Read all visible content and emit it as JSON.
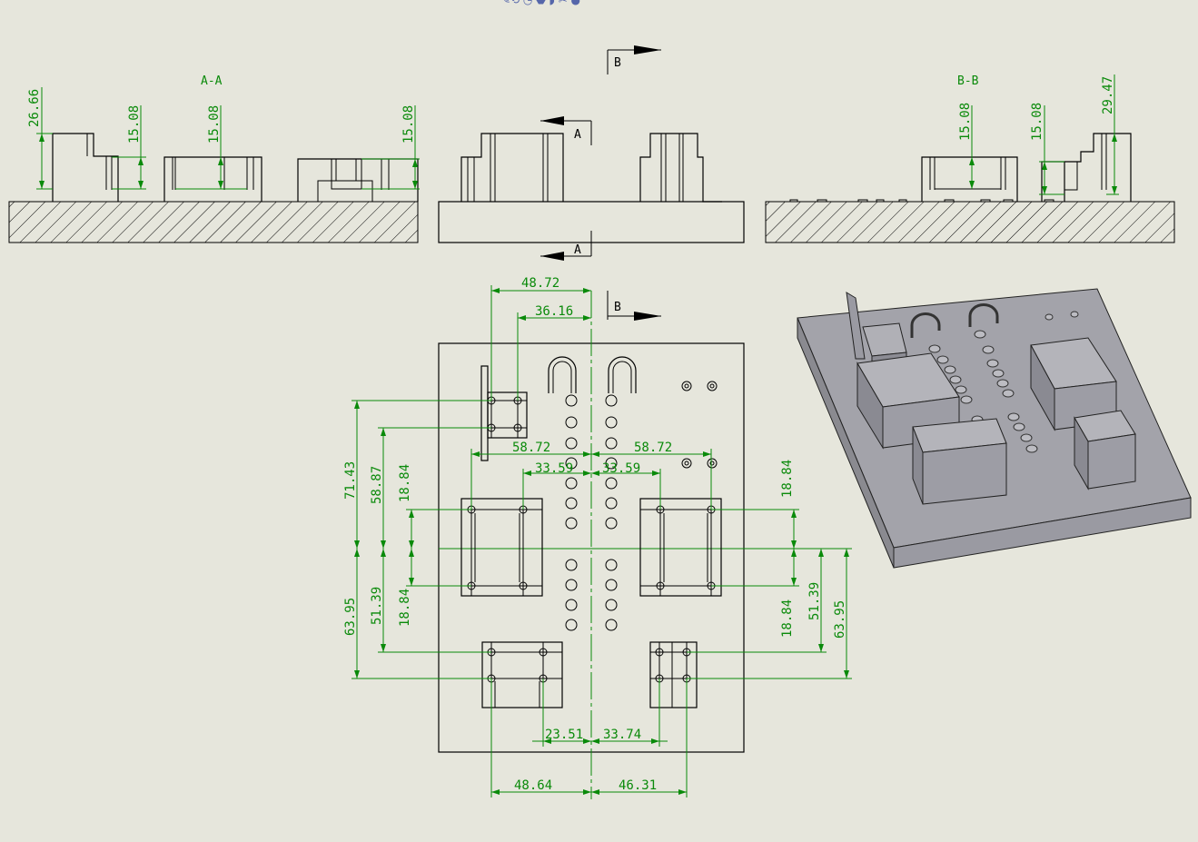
{
  "colors": {
    "background": "#e6e6dc",
    "geometry": "#000000",
    "dimensions": "#0a8a0a",
    "iso_body": "#9a9aa0"
  },
  "section_labels": {
    "aa": "A-A",
    "bb": "B-B",
    "cut_a": "A",
    "cut_b": "B"
  },
  "section_aa_dims": {
    "height_left": "26.66",
    "height_1": "15.08",
    "height_2": "15.08",
    "height_3": "15.08"
  },
  "section_bb_dims": {
    "height_1": "15.08",
    "height_2": "15.08",
    "height_3": "29.47"
  },
  "top_dims": {
    "d48_72": "48.72",
    "d36_16": "36.16"
  },
  "middle_dims": {
    "left_58_72": "58.72",
    "right_58_72": "58.72",
    "left_33_59": "33.59",
    "right_33_59": "33.59"
  },
  "left_vertical_dims": {
    "d71_43": "71.43",
    "d58_87": "58.87",
    "d18_84_top": "18.84",
    "d63_95": "63.95",
    "d51_39": "51.39",
    "d18_84_bottom": "18.84"
  },
  "right_vertical_dims": {
    "d18_84_top": "18.84",
    "d18_84_bottom": "18.84",
    "d51_39": "51.39",
    "d63_95": "63.95"
  },
  "bottom_dims": {
    "d23_51": "23.51",
    "d33_74": "33.74",
    "d48_64": "48.64",
    "d46_31": "46.31"
  },
  "iso_view": {
    "name": "isometric-model"
  }
}
